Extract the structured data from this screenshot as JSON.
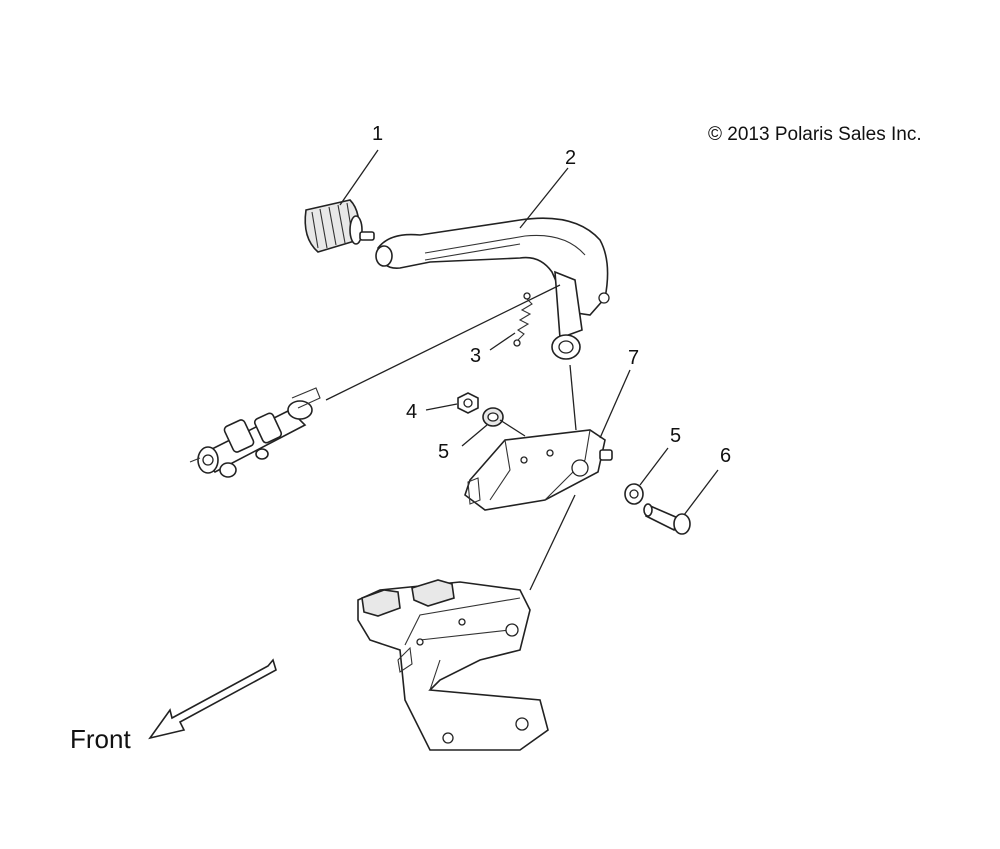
{
  "copyright": "© 2013 Polaris Sales Inc.",
  "front_label": "Front",
  "callouts": {
    "c1": "1",
    "c2": "2",
    "c3": "3",
    "c4": "4",
    "c5a": "5",
    "c5b": "5",
    "c6": "6",
    "c7": "7"
  }
}
